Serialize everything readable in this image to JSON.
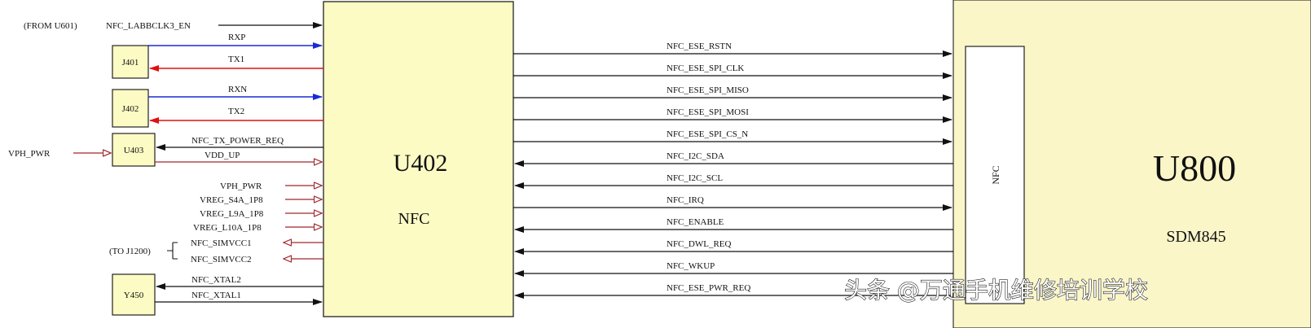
{
  "colors": {
    "chip_fill": "#fdfbc4",
    "soc_fill": "#fbf6c8",
    "line_black": "#111111",
    "line_blue": "#1a2bd6",
    "line_red": "#e01010",
    "line_darkred": "#a0262a"
  },
  "main_chip": {
    "name": "U402",
    "function": "NFC"
  },
  "soc": {
    "name": "U800",
    "model": "SDM845",
    "port_label": "NFC"
  },
  "connectors": {
    "j401": "J401",
    "j402": "J402",
    "u403": "U403",
    "y450": "Y450"
  },
  "left_signals": {
    "from_u601": "(FROM U601)",
    "nfc_labbclk3_en": "NFC_LABBCLK3_EN",
    "rxp": "RXP",
    "tx1": "TX1",
    "rxn": "RXN",
    "tx2": "TX2",
    "vph_pwr_in": "VPH_PWR",
    "nfc_tx_power_req": "NFC_TX_POWER_REQ",
    "vdd_up": "VDD_UP",
    "vph_pwr": "VPH_PWR",
    "vreg_s4a": "VREG_S4A_1P8",
    "vreg_l9a": "VREG_L9A_1P8",
    "vreg_l10a": "VREG_L10A_1P8",
    "to_j1200": "(TO J1200)",
    "nfc_simvcc1": "NFC_SIMVCC1",
    "nfc_simvcc2": "NFC_SIMVCC2",
    "nfc_xtal2": "NFC_XTAL2",
    "nfc_xtal1": "NFC_XTAL1"
  },
  "right_signals": [
    {
      "label": "NFC_ESE_RSTN",
      "direction": "to-soc"
    },
    {
      "label": "NFC_ESE_SPI_CLK",
      "direction": "to-soc"
    },
    {
      "label": "NFC_ESE_SPI_MISO",
      "direction": "to-soc"
    },
    {
      "label": "NFC_ESE_SPI_MOSI",
      "direction": "to-soc"
    },
    {
      "label": "NFC_ESE_SPI_CS_N",
      "direction": "to-soc"
    },
    {
      "label": "NFC_I2C_SDA",
      "direction": "to-nfc"
    },
    {
      "label": "NFC_I2C_SCL",
      "direction": "to-nfc"
    },
    {
      "label": "NFC_IRQ",
      "direction": "to-soc"
    },
    {
      "label": "NFC_ENABLE",
      "direction": "to-nfc"
    },
    {
      "label": "NFC_DWL_REQ",
      "direction": "to-nfc"
    },
    {
      "label": "NFC_WKUP",
      "direction": "to-nfc"
    },
    {
      "label": "NFC_ESE_PWR_REQ",
      "direction": "to-nfc"
    }
  ],
  "watermark": "头条 @万通手机维修培训学校"
}
